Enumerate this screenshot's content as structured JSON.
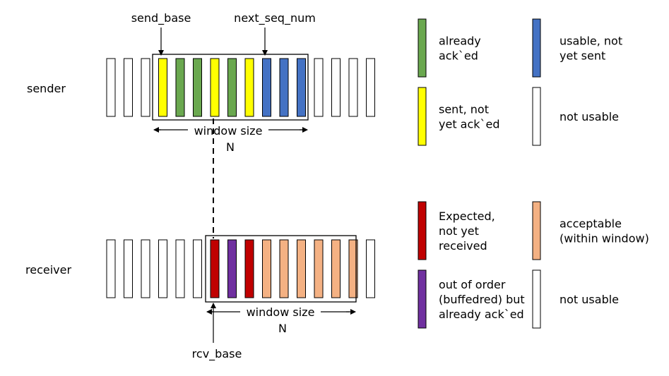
{
  "labels": {
    "sender": "sender",
    "receiver": "receiver",
    "send_base": "send_base",
    "next_seq_num": "next_seq_num",
    "rcv_base": "rcv_base",
    "sender_window": "window size",
    "sender_window_n": "N",
    "receiver_window": "window size",
    "receiver_window_n": "N"
  },
  "colors": {
    "green": "#6aa84f",
    "yellow": "#ffff00",
    "blue": "#4472c4",
    "white": "#ffffff",
    "red": "#c00000",
    "purple": "#7030a0",
    "orange": "#f4b183"
  },
  "sender_slots": [
    "white",
    "white",
    "white",
    "yellow",
    "green",
    "green",
    "yellow",
    "green",
    "yellow",
    "blue",
    "blue",
    "blue",
    "white",
    "white",
    "white",
    "white"
  ],
  "receiver_slots": [
    "white",
    "white",
    "white",
    "white",
    "white",
    "white",
    "red",
    "purple",
    "red",
    "orange",
    "orange",
    "orange",
    "orange",
    "orange",
    "orange",
    "white"
  ],
  "sender_legend": [
    {
      "color": "green",
      "lines": [
        "already",
        "ack`ed"
      ]
    },
    {
      "color": "blue",
      "lines": [
        "usable, not",
        "yet sent"
      ]
    },
    {
      "color": "yellow",
      "lines": [
        "sent, not",
        "yet ack`ed"
      ]
    },
    {
      "color": "white",
      "lines": [
        "not usable"
      ]
    }
  ],
  "receiver_legend": [
    {
      "color": "red",
      "lines": [
        "Expected,",
        "not yet",
        "received"
      ]
    },
    {
      "color": "orange",
      "lines": [
        "acceptable",
        "(within window)"
      ]
    },
    {
      "color": "purple",
      "lines": [
        "out of order",
        "(buffedred) but",
        "already ack`ed"
      ]
    },
    {
      "color": "white",
      "lines": [
        "not usable"
      ]
    }
  ]
}
